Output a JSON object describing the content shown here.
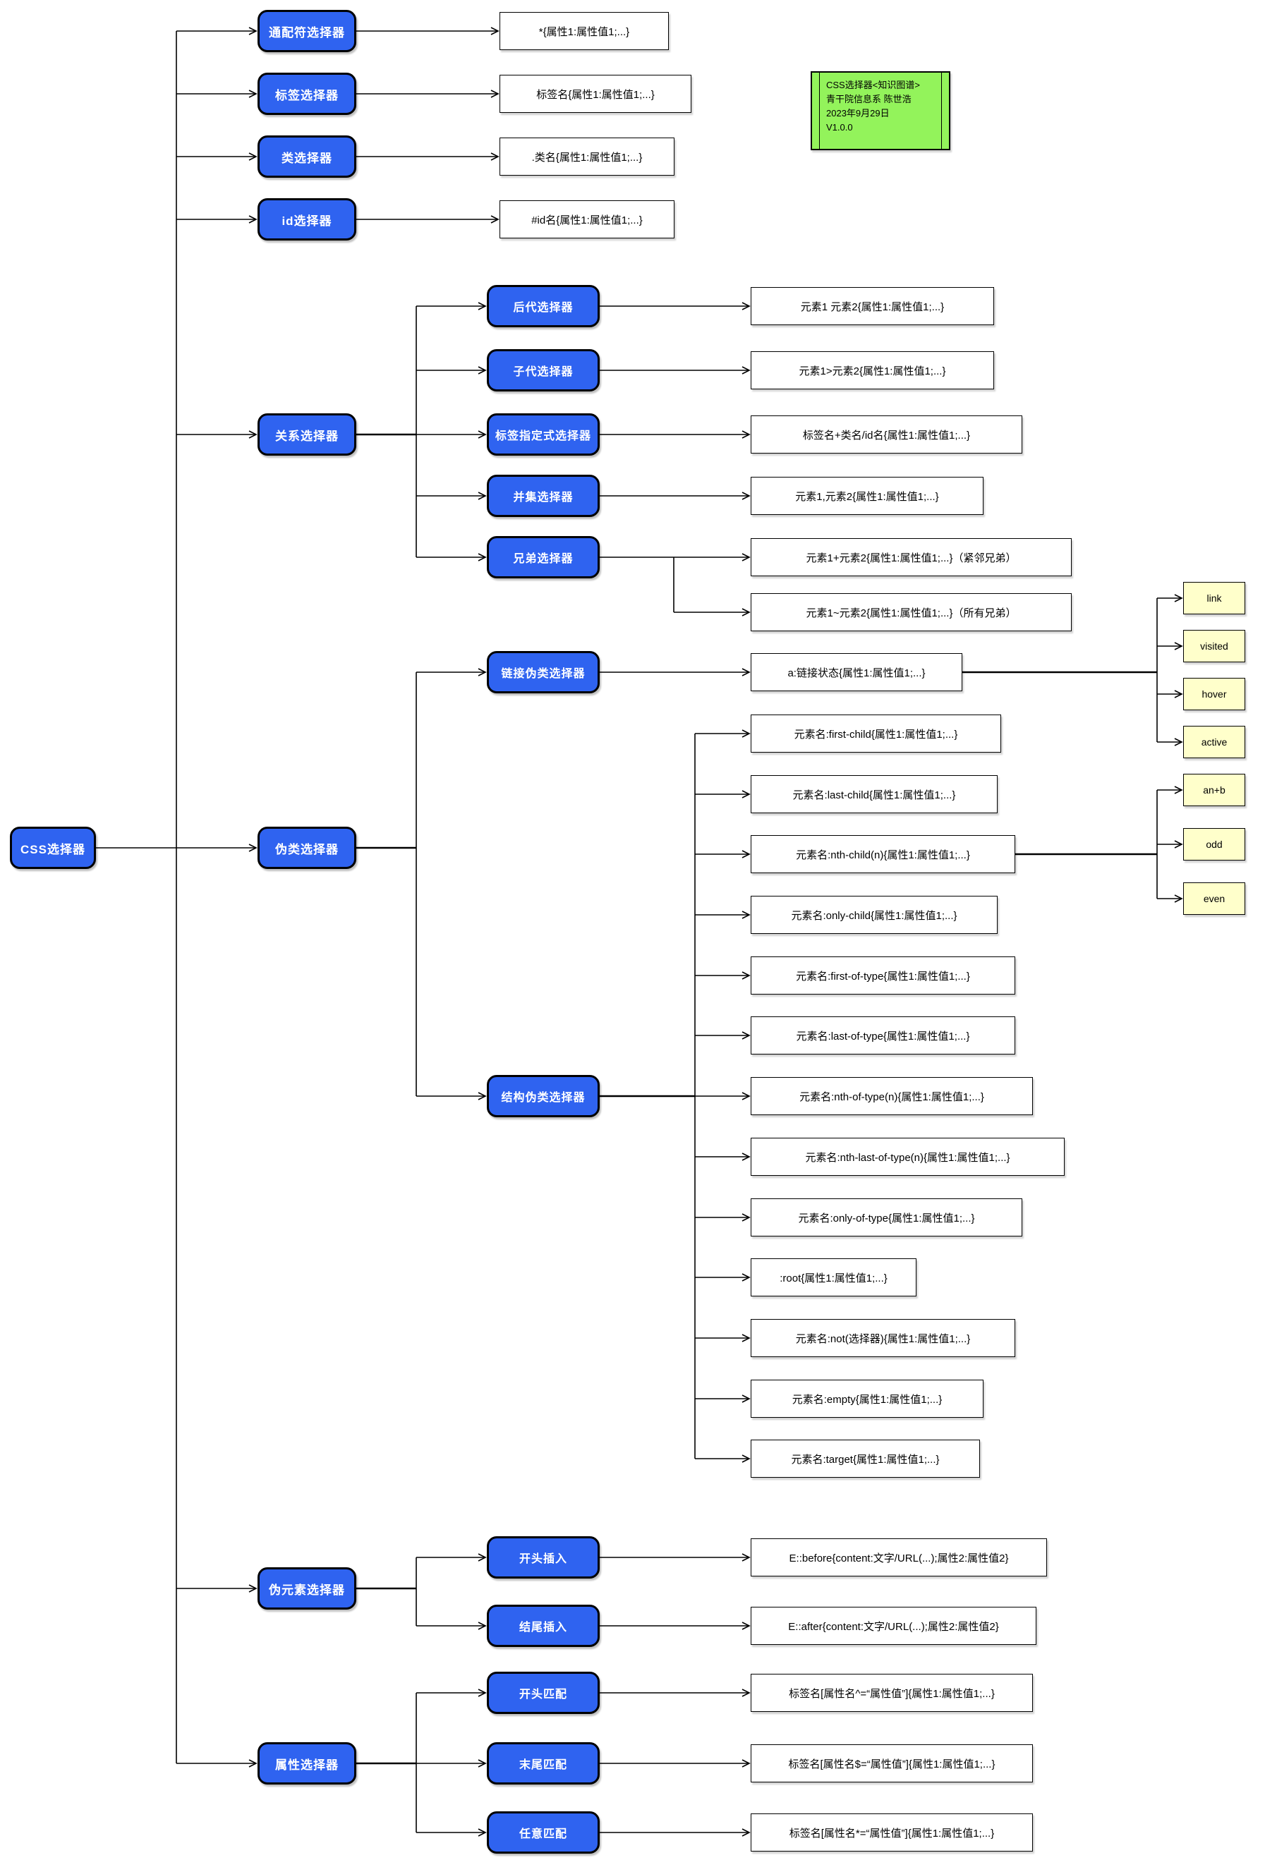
{
  "colors": {
    "node_blue": "#2F63F0",
    "node_white": "#FFFFFF",
    "node_yellow": "#FFFFCB",
    "note_green": "#93F35B",
    "line_color": "#000000"
  },
  "root_label": "CSS选择器",
  "note": {
    "line1": "CSS选择器<知识图谱>",
    "line2": "青干院信息系 陈世浩",
    "line3": "2023年9月29日",
    "line4": "V1.0.0"
  },
  "top": {
    "wildcard": {
      "label": "通配符选择器",
      "syntax": "*{属性1:属性值1;...}"
    },
    "tag": {
      "label": "标签选择器",
      "syntax": "标签名{属性1:属性值1;...}"
    },
    "class": {
      "label": "类选择器",
      "syntax": ".类名{属性1:属性值1;...}"
    },
    "id": {
      "label": "id选择器",
      "syntax": "#id名{属性1:属性值1;...}"
    }
  },
  "relation": {
    "label": "关系选择器",
    "descendant": {
      "label": "后代选择器",
      "syntax": "元素1 元素2{属性1:属性值1;...}"
    },
    "child": {
      "label": "子代选择器",
      "syntax": "元素1>元素2{属性1:属性值1;...}"
    },
    "tag_specified": {
      "label": "标签指定式选择器",
      "syntax": "标签名+类名/id名{属性1:属性值1;...}"
    },
    "union": {
      "label": "并集选择器",
      "syntax": "元素1,元素2{属性1:属性值1;...}"
    },
    "sibling": {
      "label": "兄弟选择器",
      "syntax_adjacent": "元素1+元素2{属性1:属性值1;...}（紧邻兄弟）",
      "syntax_all": "元素1~元素2{属性1:属性值1;...}（所有兄弟）"
    }
  },
  "pseudo_class": {
    "label": "伪类选择器",
    "link_pseudo": {
      "label": "链接伪类选择器",
      "syntax": "a:链接状态{属性1:属性值1;...}",
      "states": [
        "link",
        "visited",
        "hover",
        "active"
      ]
    },
    "structural": {
      "label": "结构伪类选择器",
      "items": [
        "元素名:first-child{属性1:属性值1;...}",
        "元素名:last-child{属性1:属性值1;...}",
        "元素名:nth-child(n){属性1:属性值1;...}",
        "元素名:only-child{属性1:属性值1;...}",
        "元素名:first-of-type{属性1:属性值1;...}",
        "元素名:last-of-type{属性1:属性值1;...}",
        "元素名:nth-of-type(n){属性1:属性值1;...}",
        "元素名:nth-last-of-type(n){属性1:属性值1;...}",
        "元素名:only-of-type{属性1:属性值1;...}",
        ":root{属性1:属性值1;...}",
        "元素名:not(选择器){属性1:属性值1;...}",
        "元素名:empty{属性1:属性值1;...}",
        "元素名:target{属性1:属性值1;...}"
      ],
      "nth_child_values": [
        "an+b",
        "odd",
        "even"
      ]
    }
  },
  "pseudo_element": {
    "label": "伪元素选择器",
    "before": {
      "label": "开头插入",
      "syntax": "E::before{content:文字/URL(...);属性2:属性值2}"
    },
    "after": {
      "label": "结尾插入",
      "syntax": "E::after{content:文字/URL(...);属性2:属性值2}"
    }
  },
  "attribute": {
    "label": "属性选择器",
    "starts": {
      "label": "开头匹配",
      "syntax": "标签名[属性名^=“属性值”]{属性1:属性值1;...}"
    },
    "ends": {
      "label": "末尾匹配",
      "syntax": "标签名[属性名$=“属性值”]{属性1:属性值1;...}"
    },
    "contains": {
      "label": "任意匹配",
      "syntax": "标签名[属性名*=“属性值”]{属性1:属性值1;...}"
    }
  }
}
